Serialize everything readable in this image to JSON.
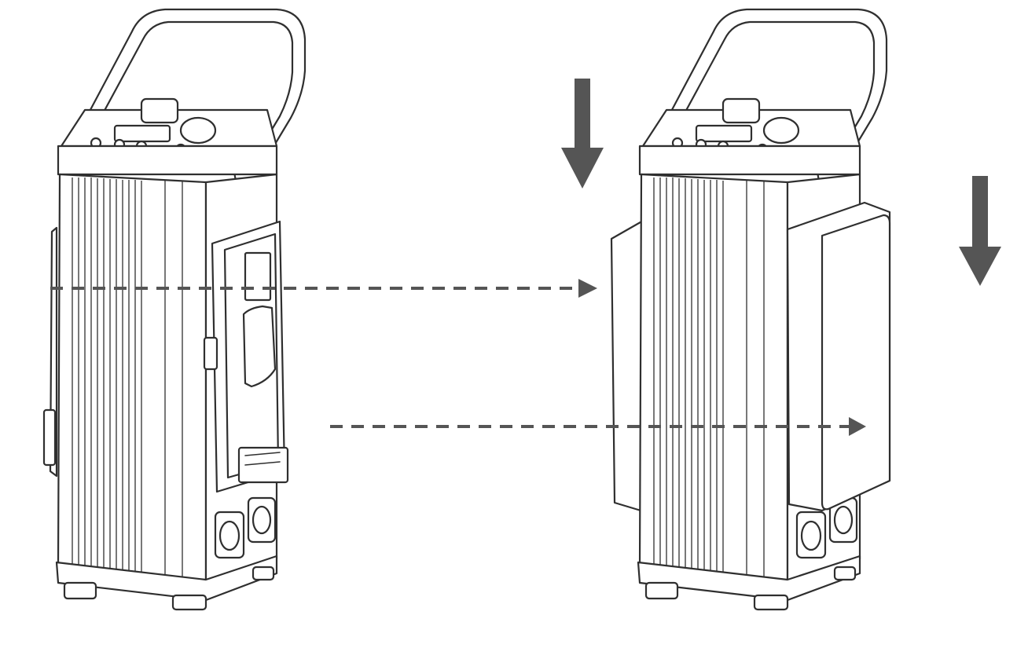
{
  "figure": {
    "panels": [
      {
        "id": "left",
        "state": "battery-plate-exposed"
      },
      {
        "id": "right",
        "state": "battery-attached"
      }
    ],
    "arrows": {
      "down": 2,
      "dashed_insert": 2
    },
    "colors": {
      "line": "#2f2f2f",
      "arrow": "#555555",
      "background": "#ffffff"
    },
    "icons": [
      "down-arrow-icon",
      "dashed-arrow-icon"
    ]
  }
}
